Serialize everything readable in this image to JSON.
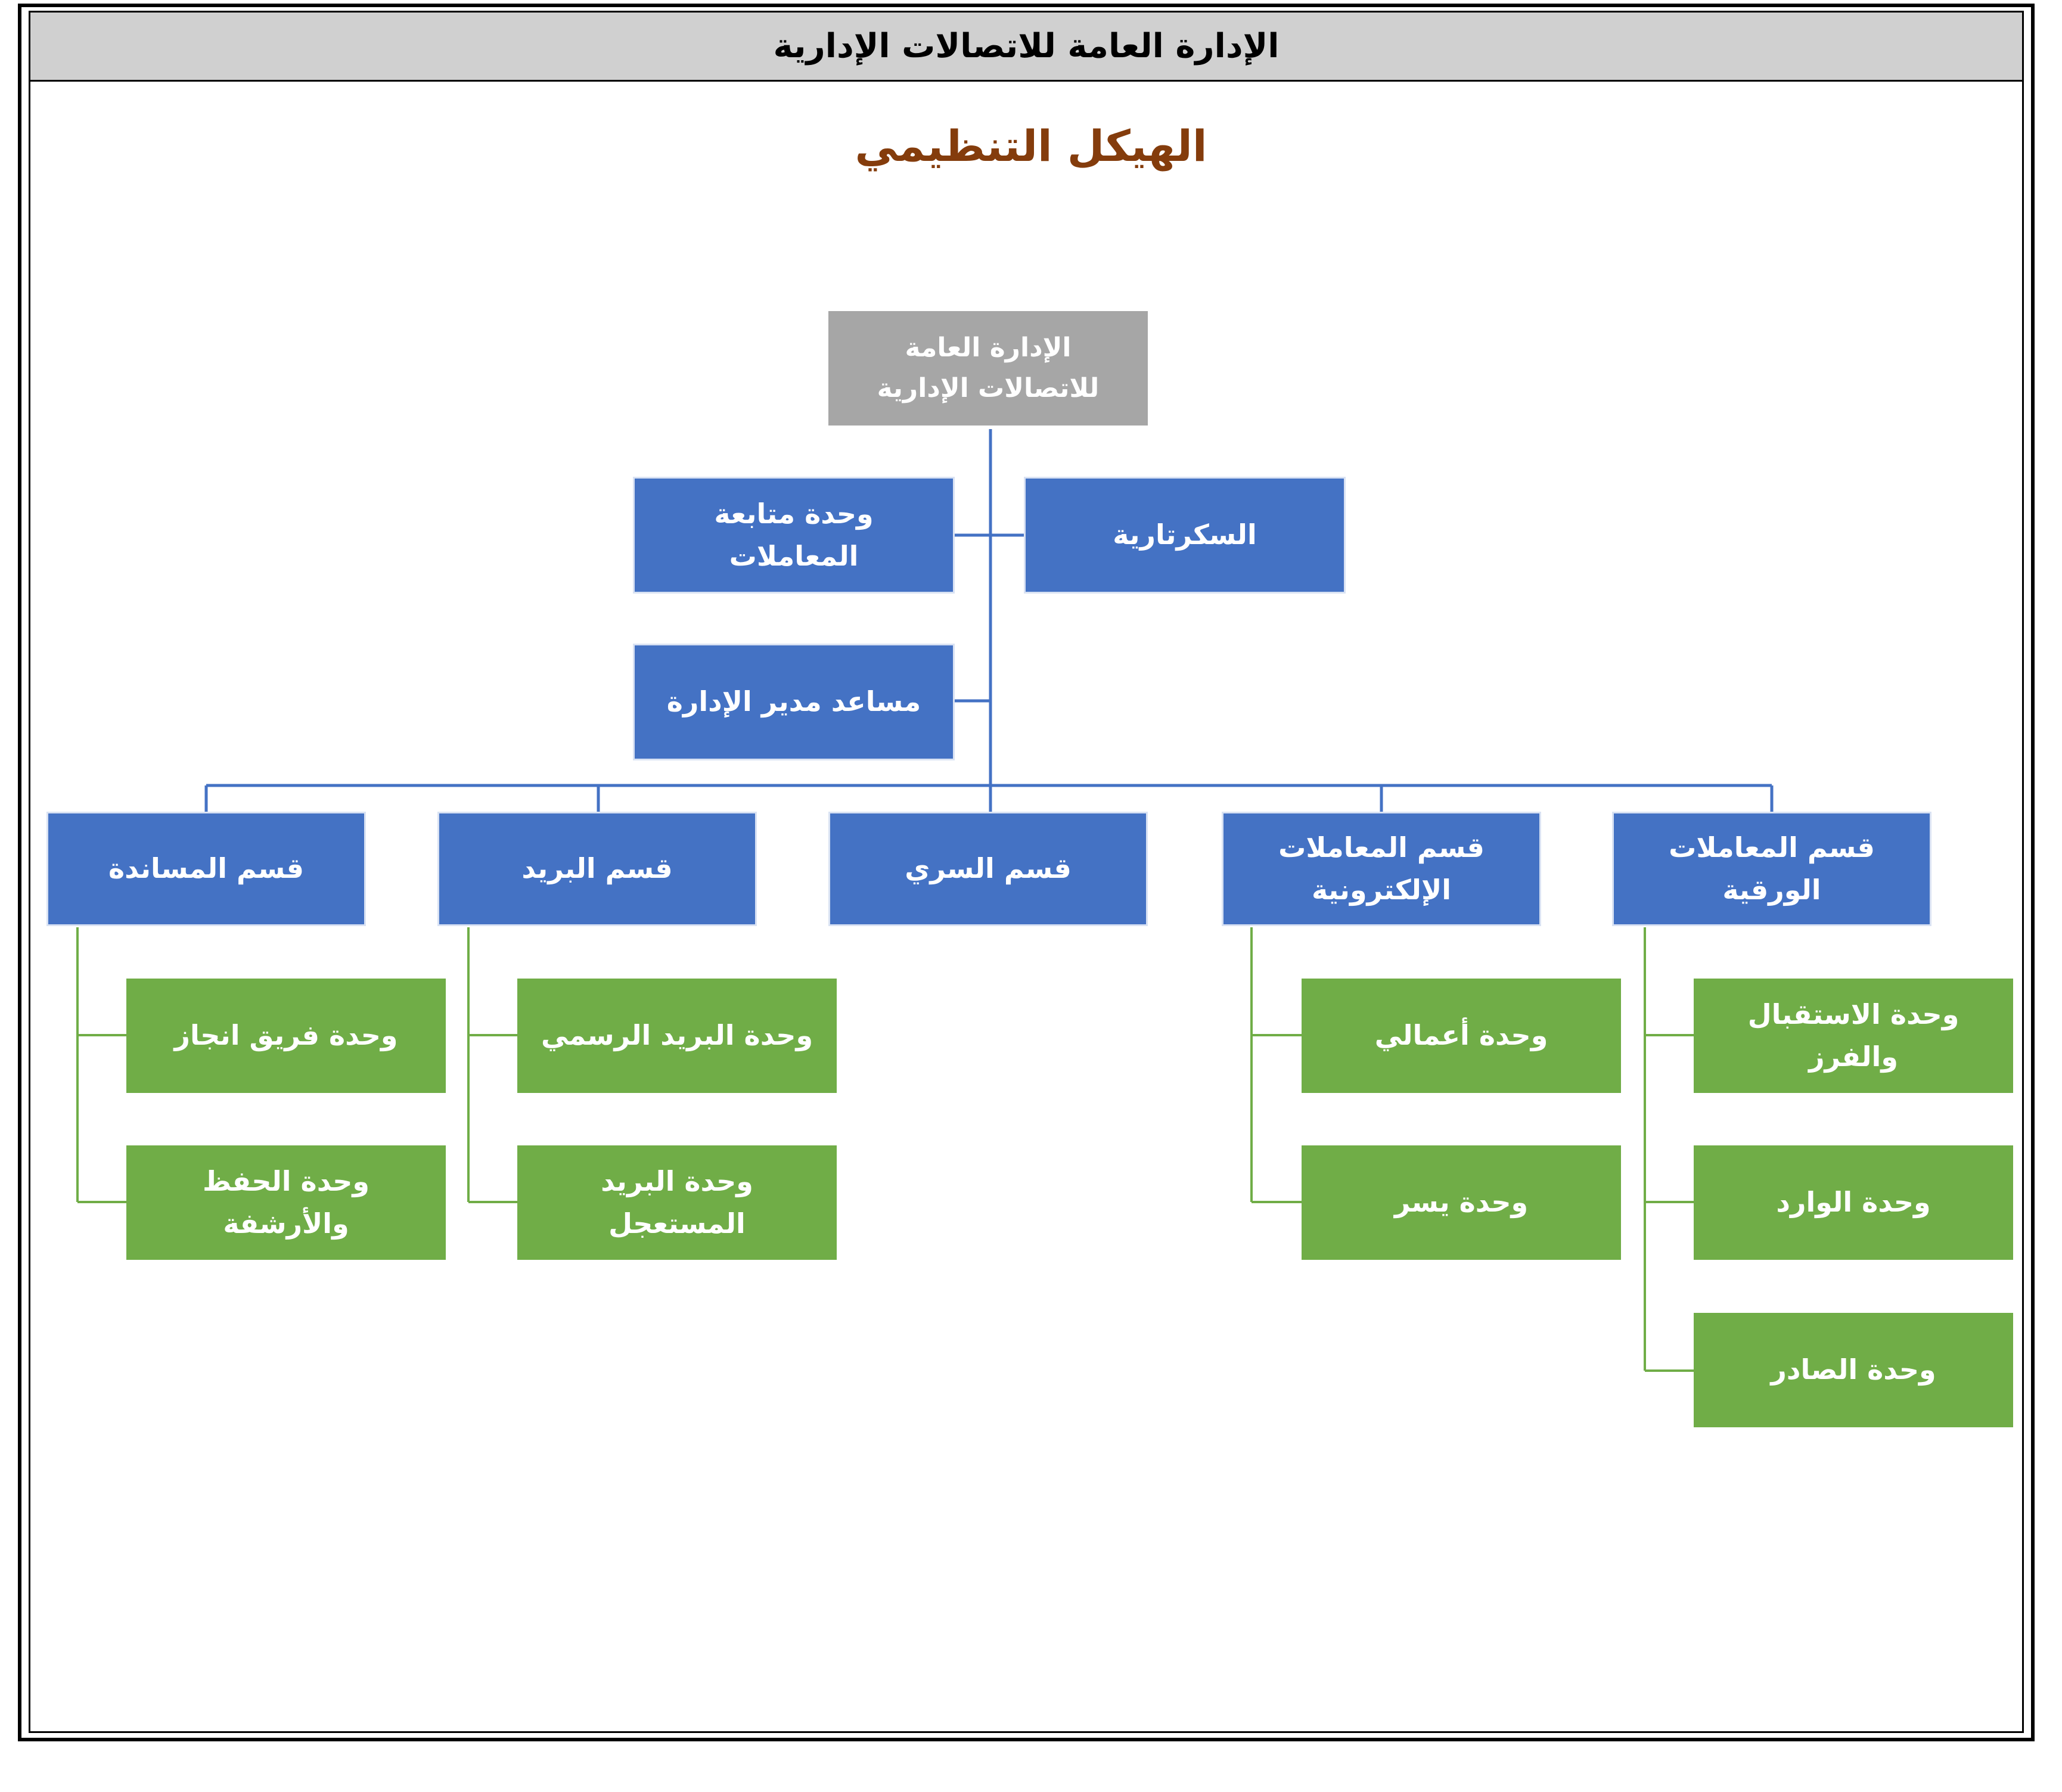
{
  "header": {
    "title": "الإدارة العامة للاتصالات الإدارية"
  },
  "chart": {
    "title": "الهيكل التنظيمي"
  },
  "colors": {
    "root_fill": "#a6a6a6",
    "department_fill": "#4472c4",
    "unit_fill": "#70ad47",
    "connector_blue": "#4472c4",
    "connector_green": "#70ad47",
    "title_color": "#843c0c"
  },
  "root": {
    "label": "الإدارة العامة للاتصالات الإدارية"
  },
  "staff": {
    "secretariat": "السكرتارية",
    "transactions_followup": "وحدة متابعة المعاملات",
    "assistant_director": "مساعد مدير الإدارة"
  },
  "departments": [
    {
      "label": "قسم المعاملات الورقية",
      "units": [
        "وحدة الاستقبال والفرز",
        "وحدة الوارد",
        "وحدة الصادر"
      ]
    },
    {
      "label": "قسم المعاملات الإلكترونية",
      "units": [
        "وحدة أعمالي",
        "وحدة يسر"
      ]
    },
    {
      "label": "قسم السري",
      "units": []
    },
    {
      "label": "قسم البريد",
      "units": [
        "وحدة البريد الرسمي",
        "وحدة البريد المستعجل"
      ]
    },
    {
      "label": "قسم المساندة",
      "units": [
        "وحدة فريق انجاز",
        "وحدة الحفظ والأرشفة"
      ]
    }
  ]
}
